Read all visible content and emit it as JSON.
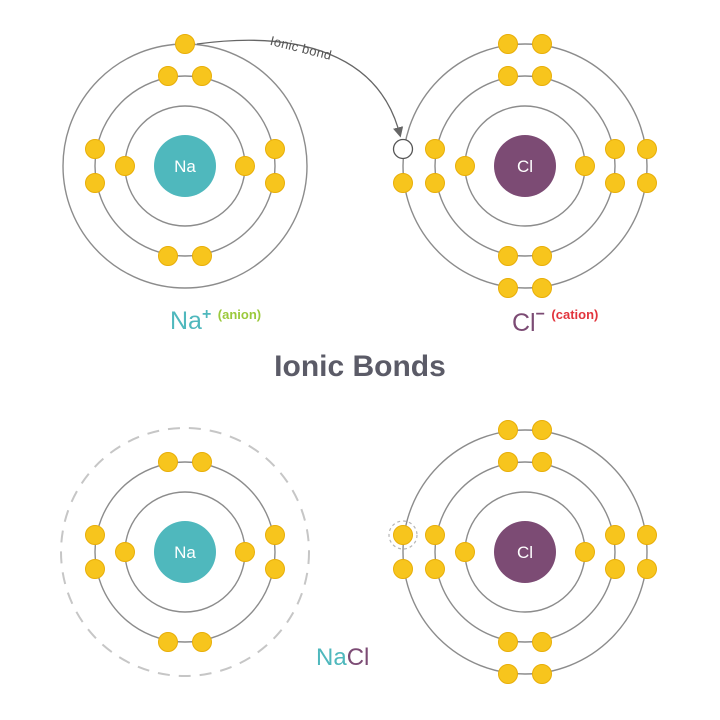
{
  "title": "Ionic Bonds",
  "arrow_label": "Ionic bond",
  "colors": {
    "na": "#4fb8bd",
    "cl": "#7c4b74",
    "electron": "#f7c51d",
    "electron_stroke": "#e8ae08",
    "shell": "#8c8c8c",
    "dashed_shell": "#c6c6c6",
    "anion_tag": "#9bc93b",
    "cation_tag": "#e2343d",
    "title": "#5b5b67",
    "arrow": "#666666"
  },
  "top": {
    "sodium": {
      "nucleus": "Na",
      "ion_symbol": "Na",
      "charge": "+",
      "tag": "(anion)",
      "shell_electrons": [
        2,
        8,
        1
      ]
    },
    "chlorine": {
      "nucleus": "Cl",
      "ion_symbol": "Cl",
      "charge": "−",
      "tag": "(cation)",
      "shell_electrons": [
        2,
        8,
        7
      ],
      "open_slot": 1
    }
  },
  "bottom": {
    "sodium": {
      "nucleus": "Na",
      "shell_electrons": [
        2,
        8
      ],
      "empty_outer_shell": true
    },
    "chlorine": {
      "nucleus": "Cl",
      "shell_electrons": [
        2,
        8,
        8
      ],
      "transferred_electron": 1
    },
    "compound": {
      "part1": "Na",
      "part2": "Cl"
    }
  }
}
